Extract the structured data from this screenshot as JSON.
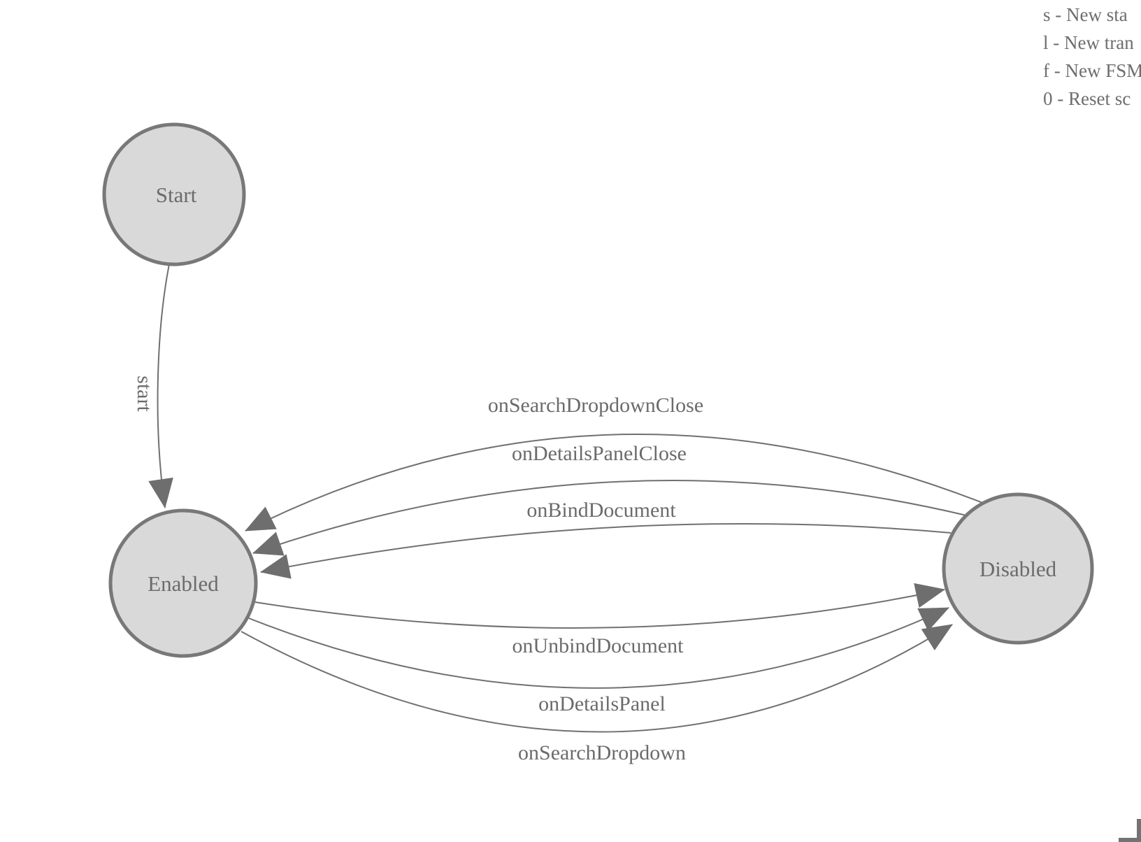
{
  "legend": {
    "lines": [
      "s - New sta",
      "l - New tran",
      "f - New FSM",
      "0 - Reset sc"
    ]
  },
  "states": [
    {
      "id": "start",
      "label": "Start"
    },
    {
      "id": "enabled",
      "label": "Enabled"
    },
    {
      "id": "disabled",
      "label": "Disabled"
    }
  ],
  "transitions": [
    {
      "label": "start",
      "from": "Start",
      "to": "Enabled"
    },
    {
      "label": "onSearchDropdownClose",
      "from": "Disabled",
      "to": "Enabled"
    },
    {
      "label": "onDetailsPanelClose",
      "from": "Disabled",
      "to": "Enabled"
    },
    {
      "label": "onBindDocument",
      "from": "Disabled",
      "to": "Enabled"
    },
    {
      "label": "onUnbindDocument",
      "from": "Enabled",
      "to": "Disabled"
    },
    {
      "label": "onDetailsPanel",
      "from": "Enabled",
      "to": "Disabled"
    },
    {
      "label": "onSearchDropdown",
      "from": "Enabled",
      "to": "Disabled"
    }
  ],
  "colors": {
    "node_fill": "#d9d9d9",
    "node_stroke": "#787878",
    "edge": "#707070",
    "text": "#6b6b6b"
  }
}
